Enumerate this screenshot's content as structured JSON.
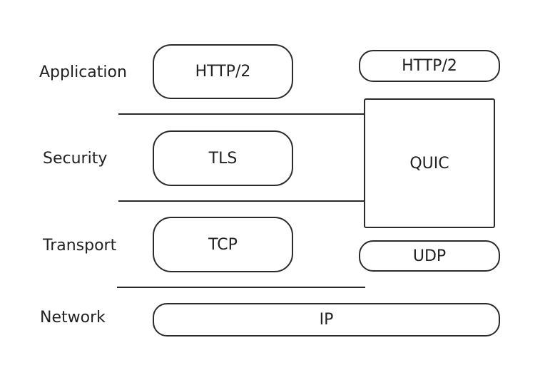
{
  "layers": {
    "application": "Application",
    "security": "Security",
    "transport": "Transport",
    "network": "Network"
  },
  "left_stack": {
    "http2": "HTTP/2",
    "tls": "TLS",
    "tcp": "TCP"
  },
  "right_stack": {
    "http2": "HTTP/2",
    "quic": "QUIC",
    "udp": "UDP"
  },
  "shared": {
    "ip": "IP"
  }
}
